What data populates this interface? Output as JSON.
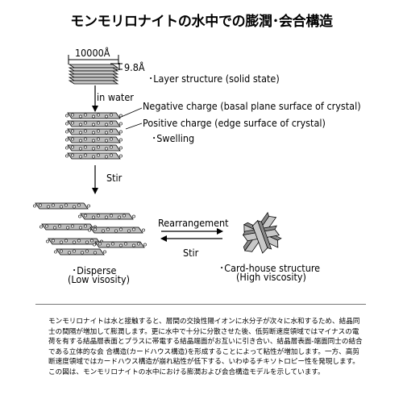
{
  "title": "モンモリロナイトの水中での膨潤･会合構造",
  "dimensions": {
    "width_label": "10000Å",
    "thickness_label": "9.8Å"
  },
  "labels": {
    "layer_structure": "･Layer structure (solid state)",
    "in_water": "in water",
    "negative_charge": "Negative charge (basal plane surface of crystal)",
    "positive_charge": "Positive charge (edge surface of crystal)",
    "swelling": "･Swelling",
    "stir_down": "Stir",
    "rearrangement": "Rearrangement",
    "stir_back": "Stir",
    "disperse": "･Disperse",
    "low_viscosity": "(Low visosity)",
    "card_house": "･Card-house structure",
    "high_viscosity": "(High viscosity)"
  },
  "caption": "モンモリロナイトは水と接触すると、層間の交換性陽イオンに水分子が次々に水和するため、結晶同士の間隔が増加して膨潤します。更に水中で十分に分散させた後、低剪断速度領域ではマイナスの電荷を有する結晶層表面とプラスに帯電する結晶端面がお互いに引き合い、結晶層表面-端面同士の結合である立体的な会 合構造(カードハウス構造)を形成することによって粘性が増加します。一方、高剪断速度領域ではカードハウス構造が崩れ粘性が低下する、いわゆるチキソトロピー性を発現します。この図は、モンモリロナイトの水中における膨潤および会合構造モデルを示しています。"
}
